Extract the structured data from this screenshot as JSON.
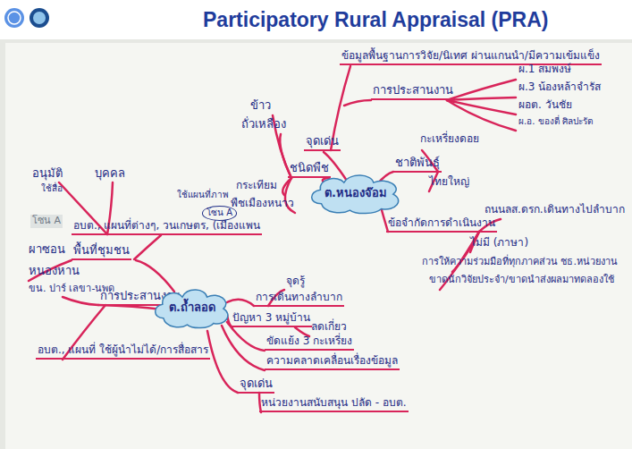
{
  "diagram": {
    "title": "Participatory Rural Appraisal (PRA)",
    "nodes": [
      {
        "text": [
          "ต.หนองจ๊อม"
        ]
      },
      {
        "text": [
          "ต.ถ้ำลอด"
        ]
      }
    ],
    "labels": [
      "ข้อมูลพื้นฐานการวิจัย/นิเทศ ผ่านแกนนำ/มีความเข้มแข็ง",
      "จุดเด่น",
      "การประสานงาน",
      "ผ.1 สมพงษ์",
      "ผ.3 น้องหล้าจำรัส",
      "ผอต. วันชัย",
      "ผ.อ. ของตี่ ศิลปะรัต",
      "ชนิดพืช",
      "ข้าว",
      "ถั่วเหลือง",
      "กระเทียม",
      "พืชเมืองหนาว",
      "ชาติพันธุ์",
      "กะเหรี่ยงดอย",
      "ไทยใหญ่",
      "ข้อจำกัดการดำเนินงาน",
      "ถนนลส.ดรก.เดินทางไปลำบาก",
      "ไม่มี (ภาษา)",
      "การให้ความร่วมมือที่ทุกภาคส่วน ชธ.หน่วยงาน",
      "ขาดนักวิจัยประจำ/ขาดนำส่งผลมาทดลองใช้",
      "อนุมัติ",
      "ใช้สื่อ",
      "บุคคล",
      "ใช้แผนที่ภาพ",
      "โซน A",
      "โซน A",
      "อบต., แผนที่ต่างๆ, วนเกษตร, (เมืองแพน",
      "พื้นที่ชุมชน",
      "ผาซอน",
      "หนองหาน",
      "ขน. ปาร์ เลขา-นพด",
      "การประสานงาน",
      "อบต., แผนที่ ใช้ผู้นำไม่ได้/การสื่อสาร",
      "จุดรู้",
      "การเดินทางลำบาก",
      "ลดเกี่ยว",
      "ปัญหา 3 หมู่บ้าน",
      "ขัดแย้ง 3 กะเหรี่ยง",
      "ความคลาดเคลื่อนเรื่องข้อมูล",
      "จุดเด่น",
      "หน่วยงานสนับสนุน ปลัด - อบต."
    ]
  }
}
